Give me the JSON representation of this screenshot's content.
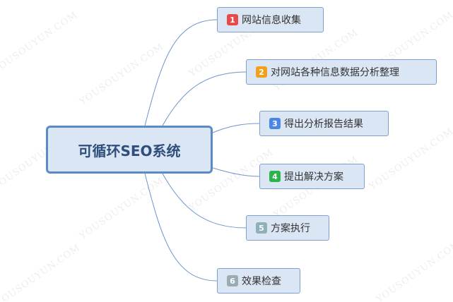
{
  "watermark": {
    "text": "YOUSOUYUN.COM"
  },
  "root": {
    "label": "可循环SEO系统"
  },
  "branches": [
    {
      "number": "1",
      "label": "网站信息收集",
      "badge_color": "#e84a4a"
    },
    {
      "number": "2",
      "label": "对网站各种信息数据分析整理",
      "badge_color": "#f0a01a"
    },
    {
      "number": "3",
      "label": "得出分析报告结果",
      "badge_color": "#4a86e8"
    },
    {
      "number": "4",
      "label": "提出解决方案",
      "badge_color": "#2cb34a"
    },
    {
      "number": "5",
      "label": "方案执行",
      "badge_color": "#8fb0b8"
    },
    {
      "number": "6",
      "label": "效果检查",
      "badge_color": "#9aacb2"
    }
  ],
  "colors": {
    "node_fill": "#dbe6f4",
    "node_border": "#7f9fd0",
    "root_border": "#5b8ac9",
    "connector": "#6f95c8"
  }
}
